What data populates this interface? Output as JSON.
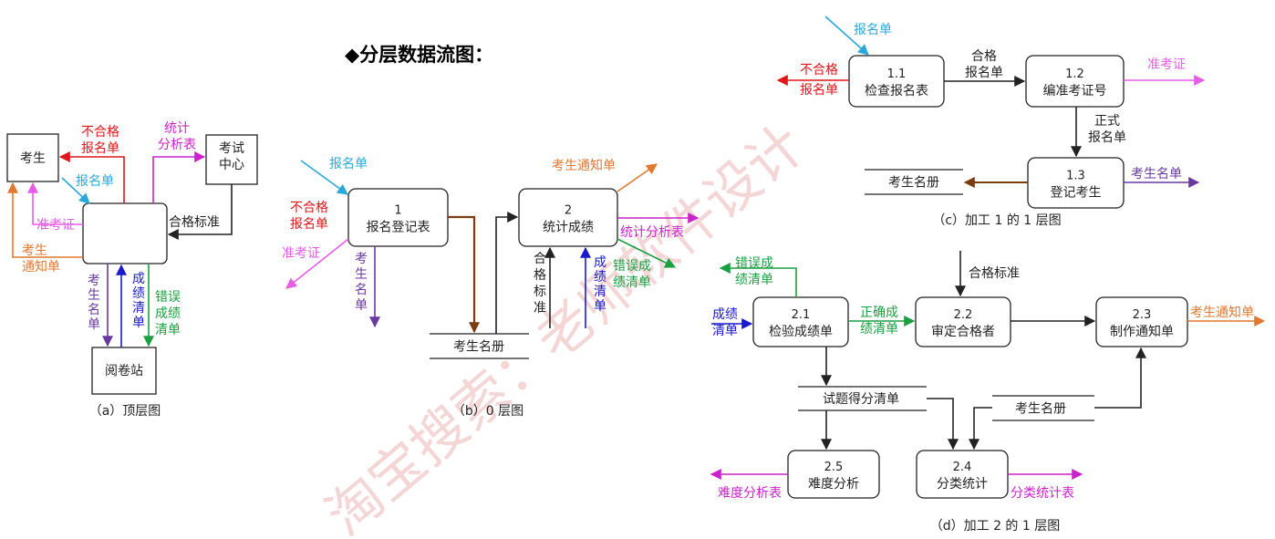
{
  "heading": "◆分层数据流图：",
  "watermark": "淘宝搜索：老师软件设计",
  "colors": {
    "black": "#222222",
    "red": "#e0161b",
    "magenta": "#cc22cc",
    "pink": "#e85ce8",
    "cyan": "#29a8dc",
    "orange": "#e2782f",
    "purple": "#6a3aa0",
    "blue": "#1a1acc",
    "green": "#1aa040",
    "brown": "#7a3c10",
    "watermark": "#f0c8c8"
  },
  "diagram_a": {
    "caption": "（a）顶层图",
    "nodes": {
      "examinee": "考生",
      "exam_center": [
        "考试",
        "中心"
      ],
      "marking_station": "阅卷站"
    },
    "labels": {
      "fail_list": [
        "不合格",
        "报名单"
      ],
      "stats_table": [
        "统计",
        "分析表"
      ],
      "reg_form": "报名单",
      "admission": "准考证",
      "notice": [
        "考生",
        "通知单"
      ],
      "pass_standard": "合格标准",
      "roster": [
        "考",
        "生",
        "名",
        "单"
      ],
      "score_list": [
        "成",
        "绩",
        "清",
        "单"
      ],
      "error_list": [
        "错误",
        "成绩",
        "清单"
      ]
    }
  },
  "diagram_b": {
    "caption": "（b）0 层图",
    "processes": {
      "p1": {
        "num": "1",
        "name": "报名登记表"
      },
      "p2": {
        "num": "2",
        "name": "统计成绩"
      }
    },
    "store": "考生名册",
    "labels": {
      "reg_form": "报名单",
      "fail_list": [
        "不合格",
        "报名单"
      ],
      "admission": "准考证",
      "roster": [
        "考",
        "生",
        "名",
        "单"
      ],
      "notice": "考生通知单",
      "stats_table": "统计分析表",
      "error_list": [
        "错误成",
        "绩清单"
      ],
      "pass_standard": [
        "合",
        "格",
        "标",
        "准"
      ],
      "score_list": [
        "成",
        "绩",
        "清",
        "单"
      ]
    }
  },
  "diagram_c": {
    "caption": "（c）加工 1 的 1 层图",
    "processes": {
      "p11": {
        "num": "1.1",
        "name": "检查报名表"
      },
      "p12": {
        "num": "1.2",
        "name": "编准考证号"
      },
      "p13": {
        "num": "1.3",
        "name": "登记考生"
      }
    },
    "store": "考生名册",
    "labels": {
      "reg_form": "报名单",
      "fail_list": [
        "不合格",
        "报名单"
      ],
      "pass_form": [
        "合格",
        "报名单"
      ],
      "admission": "准考证",
      "official_form": [
        "正式",
        "报名单"
      ],
      "roster": "考生名单"
    }
  },
  "diagram_d": {
    "caption": "（d）加工 2 的 1 层图",
    "processes": {
      "p21": {
        "num": "2.1",
        "name": "检验成绩单"
      },
      "p22": {
        "num": "2.2",
        "name": "审定合格者"
      },
      "p23": {
        "num": "2.3",
        "name": "制作通知单"
      },
      "p24": {
        "num": "2.4",
        "name": "分类统计"
      },
      "p25": {
        "num": "2.5",
        "name": "难度分析"
      }
    },
    "stores": {
      "question_scores": "试题得分清单",
      "roster_book": "考生名册"
    },
    "labels": {
      "error_list": [
        "错误成",
        "绩清单"
      ],
      "score_list": [
        "成绩",
        "清单"
      ],
      "correct_list": [
        "正确成",
        "绩清单"
      ],
      "pass_standard": "合格标准",
      "notice": "考生通知单",
      "difficulty_table": "难度分析表",
      "class_stats": "分类统计表"
    }
  }
}
